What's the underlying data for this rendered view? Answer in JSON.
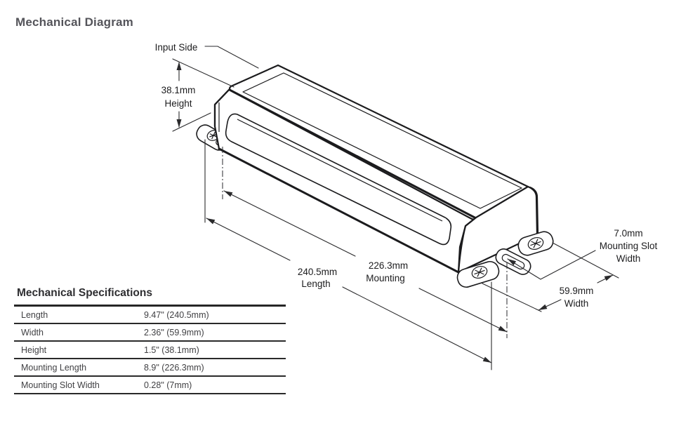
{
  "page": {
    "title": "Mechanical Diagram"
  },
  "diagram": {
    "labels": {
      "input_side": "Input Side",
      "height": {
        "line1": "38.1mm",
        "line2": "Height"
      },
      "length": {
        "line1": "240.5mm",
        "line2": "Length"
      },
      "mounting": {
        "line1": "226.3mm",
        "line2": "Mounting"
      },
      "mounting_slot_width": {
        "line1": "7.0mm",
        "line2": "Mounting Slot",
        "line3": "Width"
      },
      "width": {
        "line1": "59.9mm",
        "line2": "Width"
      }
    }
  },
  "spec_table": {
    "title": "Mechanical Specifications",
    "rows": [
      {
        "label": "Length",
        "value": "9.47\" (240.5mm)"
      },
      {
        "label": "Width",
        "value": "2.36\" (59.9mm)"
      },
      {
        "label": "Height",
        "value": "1.5\" (38.1mm)"
      },
      {
        "label": "Mounting Length",
        "value": "8.9\" (226.3mm)"
      },
      {
        "label": "Mounting Slot Width",
        "value": "0.28\" (7mm)"
      }
    ]
  }
}
